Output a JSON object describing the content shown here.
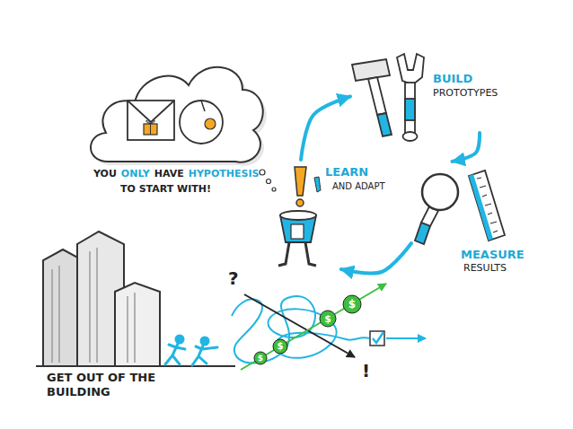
{
  "diagram": {
    "nodes": [
      {
        "text": [
          "BUILD",
          "PROTOTYPES"
        ]
      },
      {
        "text": [
          "MEASURE",
          "RESULTS"
        ]
      },
      {
        "text": [
          "LEARN",
          "AND ADAPT"
        ]
      }
    ],
    "edges": [
      {
        "from": 0,
        "to": 1,
        "arrow": "to"
      },
      {
        "from": 1,
        "to": 2,
        "arrow": "to"
      },
      {
        "from": 2,
        "to": 0,
        "arrow": "to"
      }
    ],
    "labels": [
      "YOU",
      "ONLY",
      "HAVE",
      "HYPOTHESIS",
      "TO START WITH!",
      "GET OUT OF THE BUILDING",
      "?",
      "!",
      "$",
      "$",
      "$",
      "$"
    ]
  }
}
